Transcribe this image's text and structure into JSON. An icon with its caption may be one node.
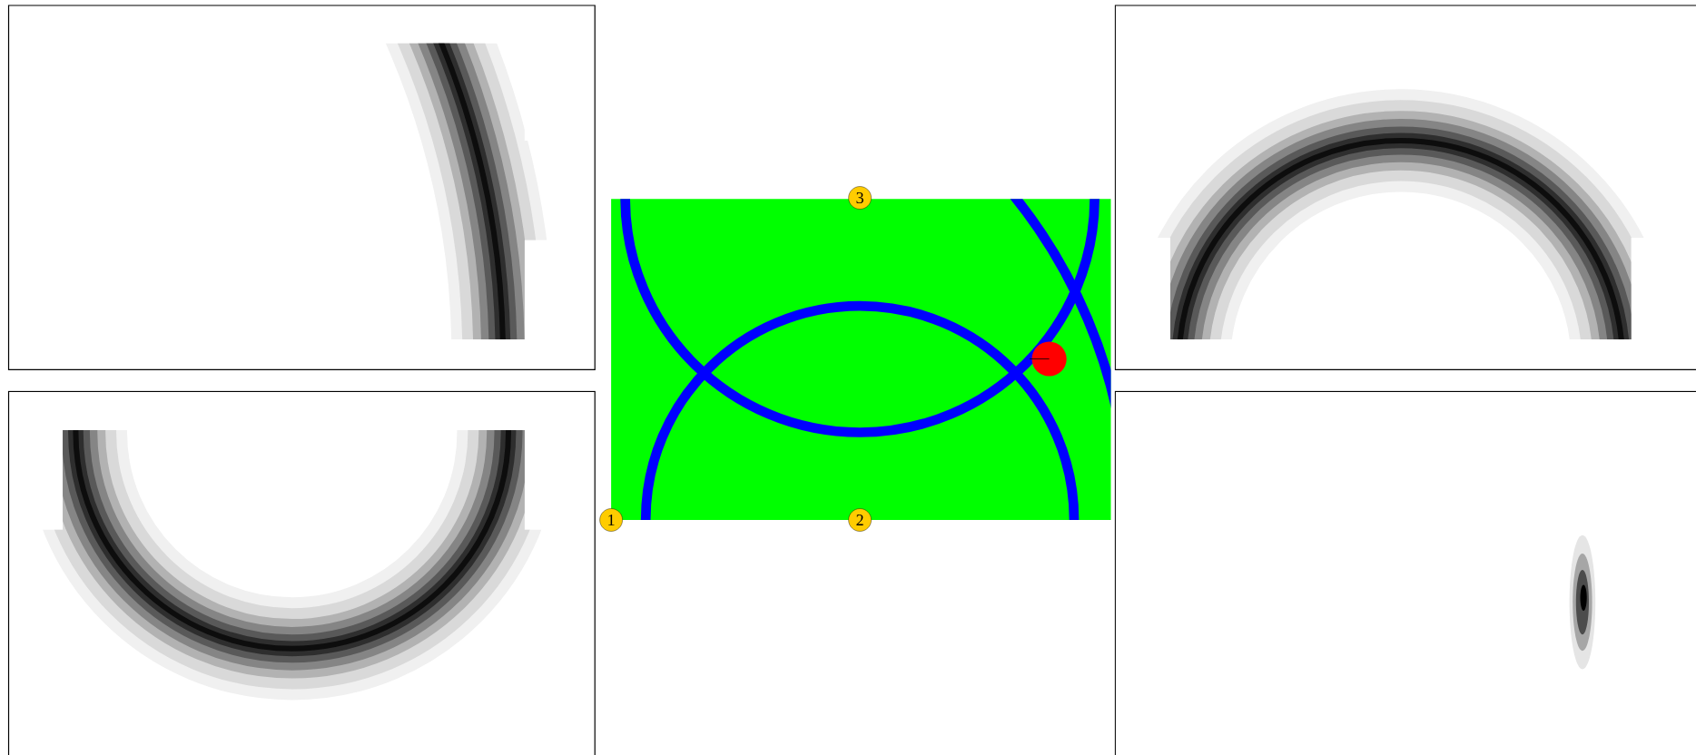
{
  "diagram": {
    "nodes": [
      {
        "text": [
          "1"
        ]
      },
      {
        "text": [
          "2"
        ]
      },
      {
        "text": [
          "3"
        ]
      }
    ]
  }
}
